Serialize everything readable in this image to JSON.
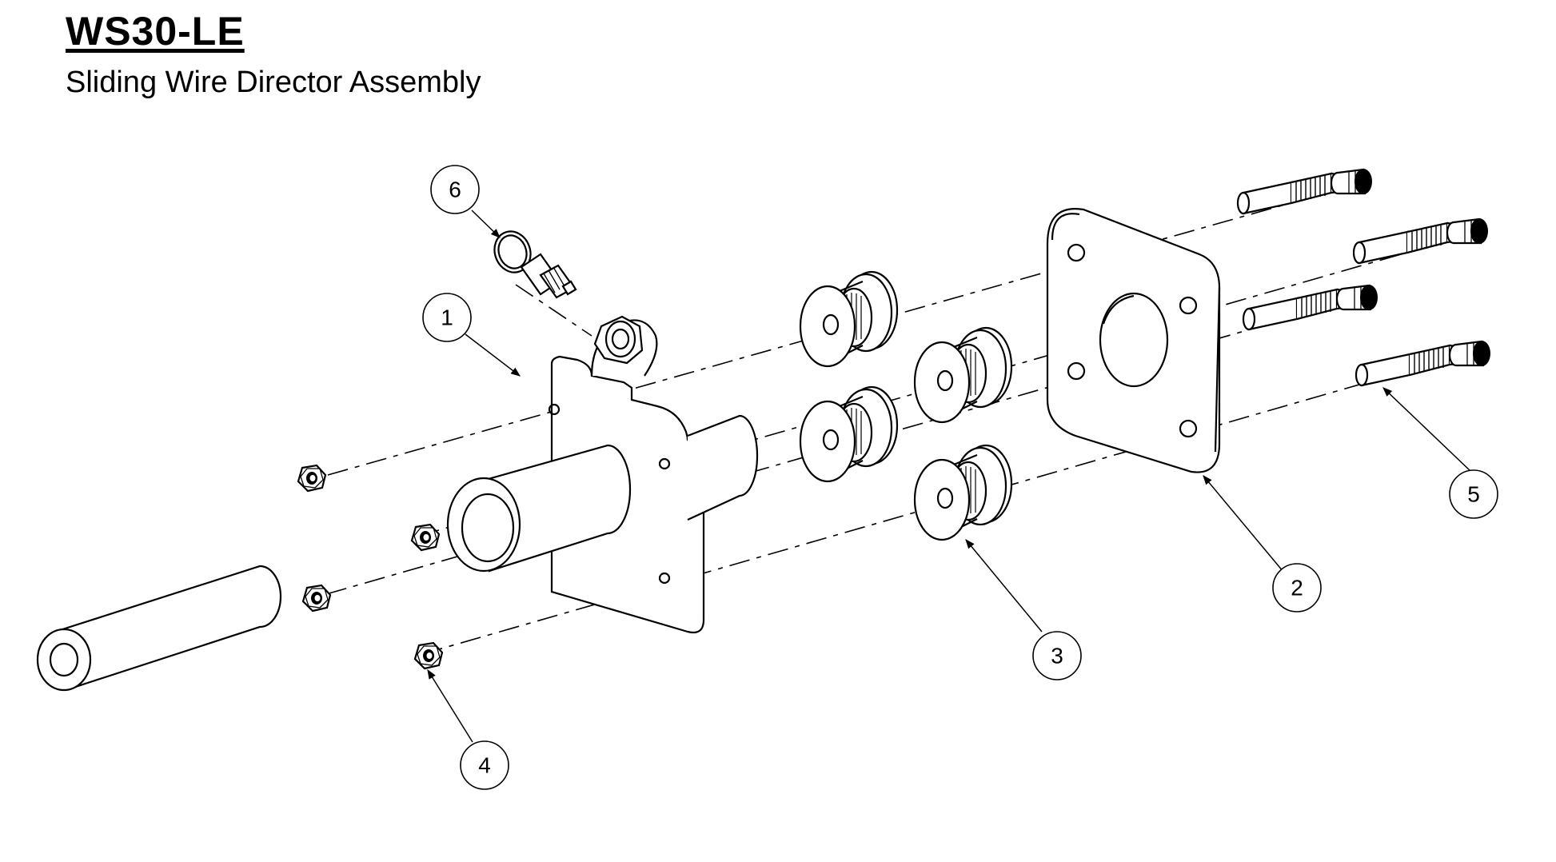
{
  "header": {
    "title": "WS30-LE",
    "subtitle": "Sliding Wire Director Assembly"
  },
  "callouts": [
    {
      "id": "1",
      "label": "1",
      "part": "bracket-with-sleeve"
    },
    {
      "id": "2",
      "label": "2",
      "part": "back-plate"
    },
    {
      "id": "3",
      "label": "3",
      "part": "guide-roller"
    },
    {
      "id": "4",
      "label": "4",
      "part": "hex-nut"
    },
    {
      "id": "5",
      "label": "5",
      "part": "shoulder-bolt"
    },
    {
      "id": "6",
      "label": "6",
      "part": "ring-pull-plunger"
    }
  ]
}
